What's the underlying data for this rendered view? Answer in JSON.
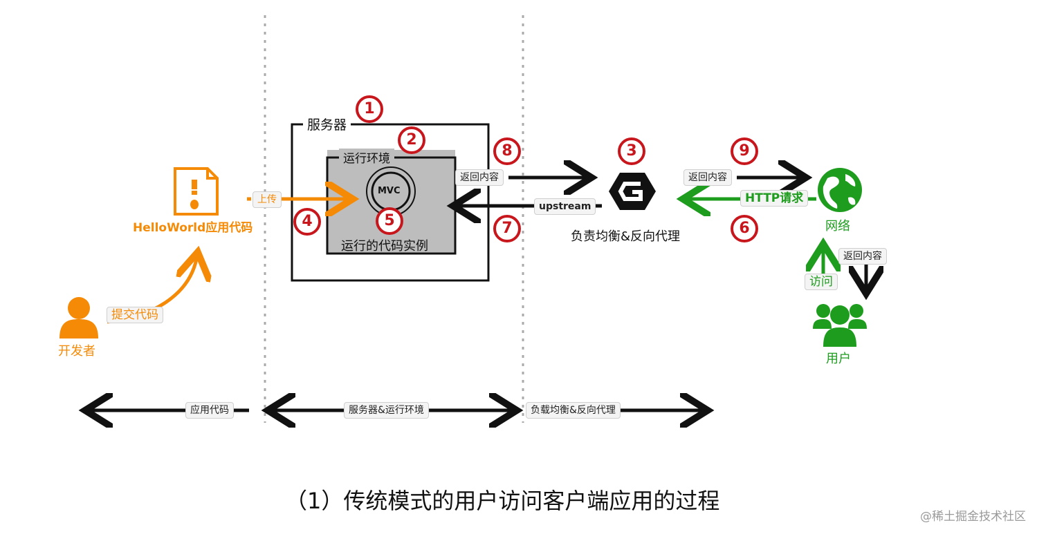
{
  "labels": {
    "server": "服务器",
    "runtime_env": "运行环境",
    "mvc": "MVC",
    "code_instance": "运行的代码实例",
    "app_code": "HelloWorld应用代码",
    "developer": "开发者",
    "submit_code": "提交代码",
    "upload": "上传",
    "return_content": "返回内容",
    "upstream": "upstream",
    "lb_proxy": "负责均衡&反向代理",
    "http_request": "HTTP请求",
    "network": "网络",
    "visit": "访问",
    "user": "用户"
  },
  "steps": [
    "1",
    "2",
    "3",
    "4",
    "5",
    "6",
    "7",
    "8",
    "9"
  ],
  "bottom_bar": {
    "app_code": "应用代码",
    "server_env": "服务器&运行环境",
    "lb_proxy": "负载均衡&反向代理"
  },
  "caption": "（1）传统模式的用户访问客户端应用的过程",
  "watermark": "@稀土掘金技术社区",
  "colors": {
    "orange": "#f58a07",
    "green": "#1e9c1e",
    "red": "#c8161d",
    "black": "#111111"
  }
}
